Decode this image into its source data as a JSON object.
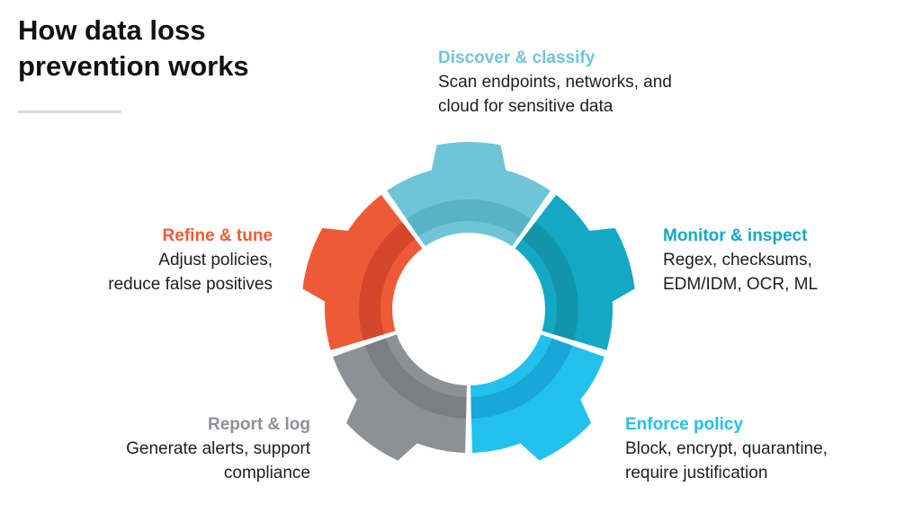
{
  "title": {
    "line1": "How data loss",
    "line2": "prevention works"
  },
  "stages": {
    "discover": {
      "title": "Discover & classify",
      "desc1": "Scan endpoints, networks, and",
      "desc2": "cloud for sensitive data",
      "color": "#6fc5d8",
      "inner": "#58b4c5"
    },
    "monitor": {
      "title": "Monitor & inspect",
      "desc1": "Regex, checksums,",
      "desc2": "EDM/IDM, OCR, ML",
      "color": "#13a9c4",
      "inner": "#1295ab"
    },
    "enforce": {
      "title": "Enforce policy",
      "desc1": "Block, encrypt, quarantine,",
      "desc2": "require justification",
      "color": "#22c1ec",
      "inner": "#1aa6d8"
    },
    "report": {
      "title": "Report & log",
      "desc1": "Generate alerts, support",
      "desc2": "compliance",
      "color": "#8d9095",
      "inner": "#7b7e83"
    },
    "refine": {
      "title": "Refine & tune",
      "desc1": "Adjust policies,",
      "desc2": "reduce false positives",
      "color": "#ef5a36",
      "inner": "#d4472b"
    }
  }
}
